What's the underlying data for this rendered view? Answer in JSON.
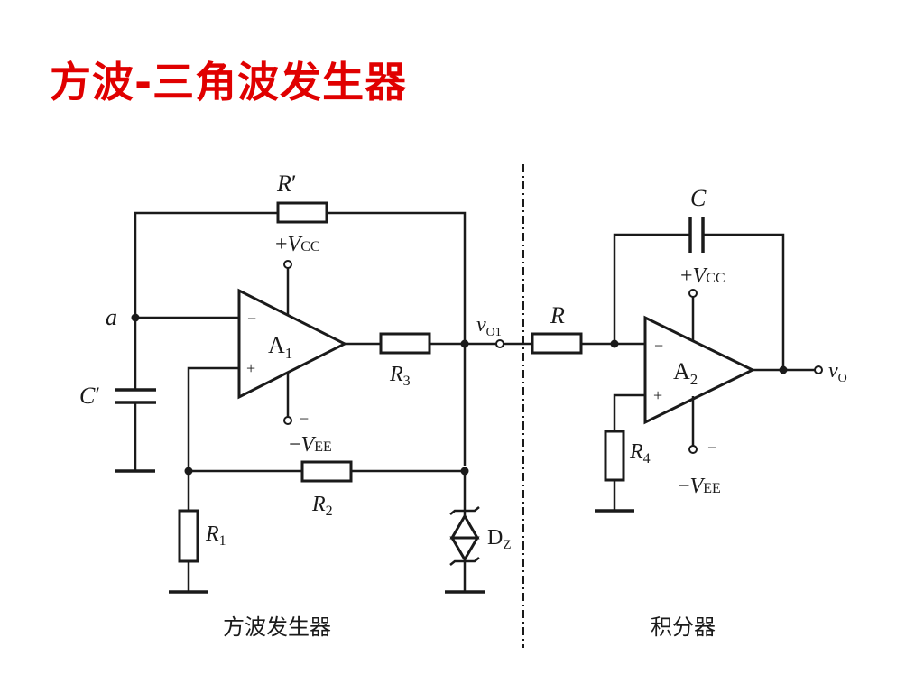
{
  "slide": {
    "title": "方波-三角波发生器"
  },
  "colors": {
    "title": "#e00000",
    "lines": "#1a1a1a",
    "background": "#ffffff"
  },
  "square_wave": {
    "section_label": "方波发生器",
    "node_a": "a",
    "r_prime": "R′",
    "r_prime_name": "R",
    "r_prime_mark": "′",
    "c_prime": "C′",
    "c_prime_name": "C",
    "c_prime_mark": "′",
    "opamp": "A1",
    "opamp_main": "A",
    "opamp_sub": "1",
    "minus_sign": "−",
    "plus_sign": "+",
    "vcc": "+VCC",
    "vcc_sign": "+",
    "vcc_main": "V",
    "vcc_sub": "CC",
    "vee": "−VEE",
    "vee_sign": "−",
    "vee_main": "V",
    "vee_sub": "EE",
    "vee_minus": "−",
    "r1": "R1",
    "r1_main": "R",
    "r1_sub": "1",
    "r2": "R2",
    "r2_main": "R",
    "r2_sub": "2",
    "r3": "R3",
    "r3_main": "R",
    "r3_sub": "3",
    "dz": "DZ",
    "dz_main": "D",
    "dz_sub": "Z",
    "vo1": "vO1",
    "vo1_main": "v",
    "vo1_sub": "O1"
  },
  "integrator": {
    "section_label": "积分器",
    "c": "C",
    "r": "R",
    "opamp": "A2",
    "opamp_main": "A",
    "opamp_sub": "2",
    "minus_sign": "−",
    "plus_sign": "+",
    "vcc": "+VCC",
    "vcc_sign": "+",
    "vcc_main": "V",
    "vcc_sub": "CC",
    "vee": "−VEE",
    "vee_sign": "−",
    "vee_main": "V",
    "vee_sub": "EE",
    "vee_minus": "−",
    "r4": "R4",
    "r4_main": "R",
    "r4_sub": "4",
    "vo": "vO",
    "vo_main": "v",
    "vo_sub": "O"
  }
}
